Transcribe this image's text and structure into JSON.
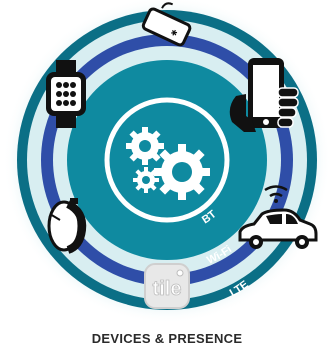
{
  "diagram": {
    "caption": "DEVICES & PRESENCE",
    "center_icon": "gears-icon",
    "rings": [
      {
        "label": "BT",
        "color": "#0f8aa0"
      },
      {
        "label": "Wi-Fi",
        "color": "#2f4ea8"
      },
      {
        "label": "LTE",
        "color": "#0b6f86"
      }
    ],
    "devices": [
      {
        "name": "tracking-tag",
        "icon": "tag-icon"
      },
      {
        "name": "smartwatch",
        "icon": "smartwatch-icon"
      },
      {
        "name": "smartphone",
        "icon": "phone-in-hand-icon"
      },
      {
        "name": "fitness-band",
        "icon": "fitness-band-icon"
      },
      {
        "name": "connected-car",
        "icon": "car-wifi-icon"
      },
      {
        "name": "tile",
        "icon": "tile-icon",
        "label": "tile"
      }
    ],
    "colors": {
      "outer_glow": "#d9eef1",
      "outer_ring": "#0b6f86",
      "navy_ring": "#2f4ea8",
      "inner_ring": "#0f8aa0",
      "center": "#ffffff",
      "gear": "#0f8aa0",
      "icon_dark": "#111111"
    }
  }
}
